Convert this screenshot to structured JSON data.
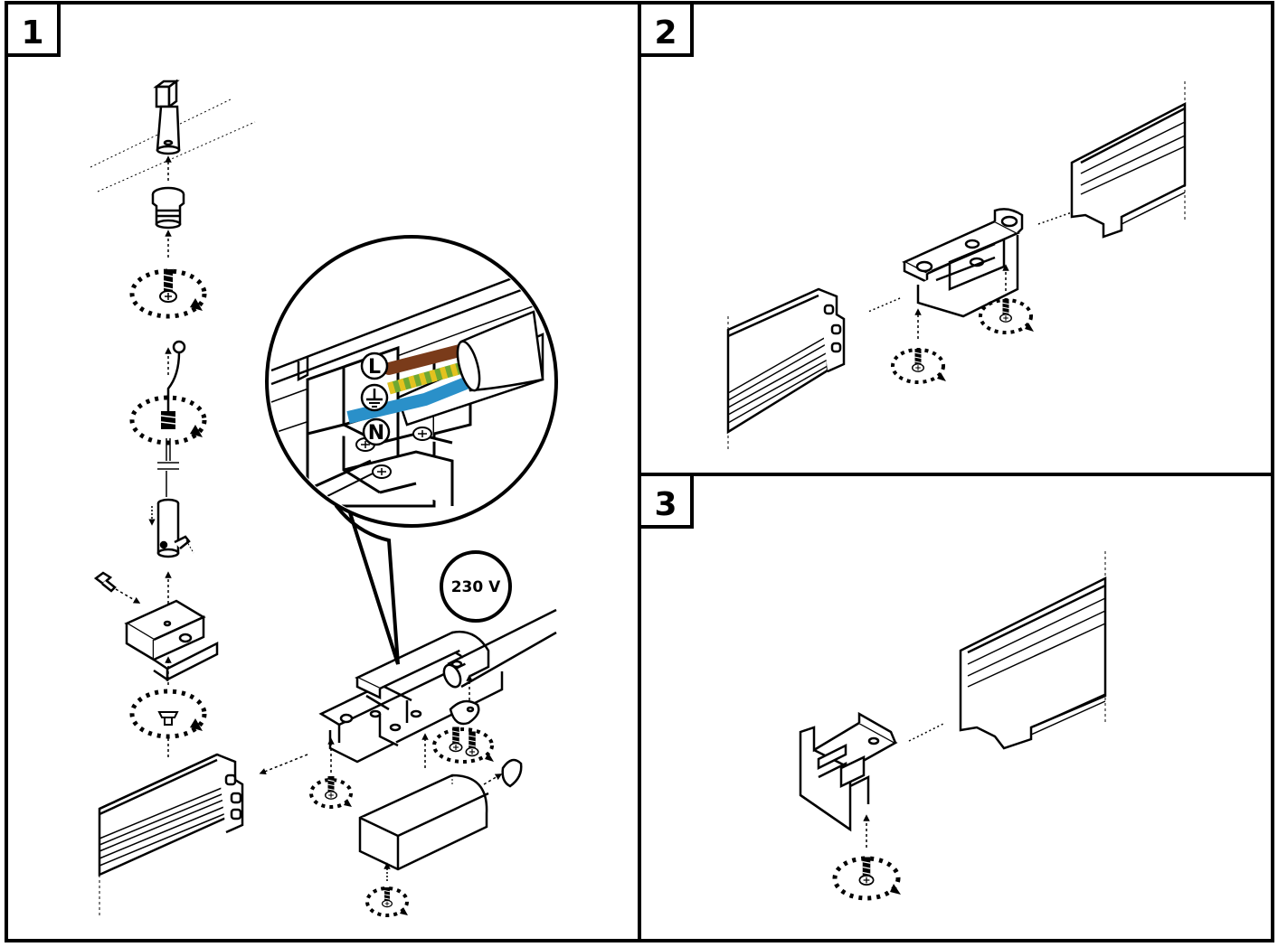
{
  "panels": [
    {
      "number": "1"
    },
    {
      "number": "2"
    },
    {
      "number": "3"
    }
  ],
  "terminals": {
    "live": "L",
    "neutral": "N",
    "earth_symbol": "earth-ground-icon"
  },
  "voltage_label": "230 V",
  "colors": {
    "live_wire": "#7a3b1a",
    "earth_wire_green": "#6fa832",
    "earth_wire_yellow": "#e3c21f",
    "neutral_wire": "#2a90c9",
    "line": "#000000"
  }
}
